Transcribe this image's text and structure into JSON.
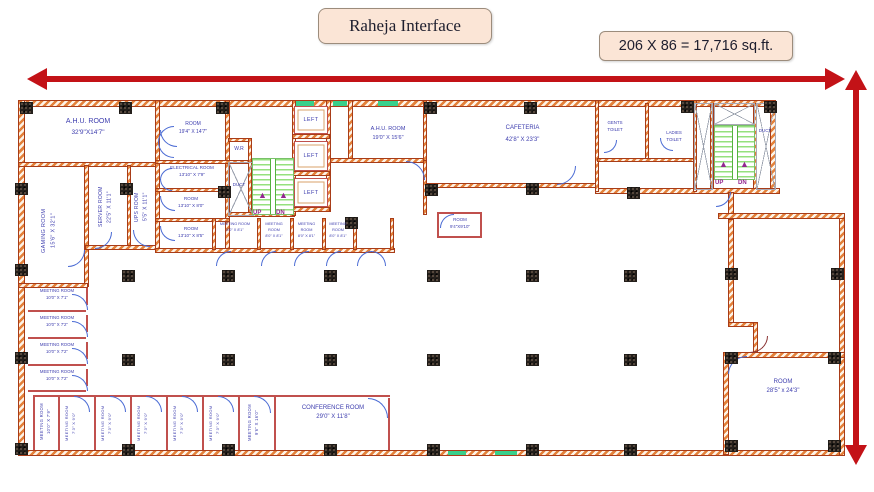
{
  "title": "Raheja Interface",
  "area_label": "206 X 86 = 17,716 sq.ft.",
  "icons": {
    "up_arrow": "▲"
  },
  "stairs": {
    "up": "UP",
    "dn": "DN"
  },
  "lifts": [
    {
      "label": "LEFT"
    },
    {
      "label": "LEFT"
    },
    {
      "label": "LEFT"
    }
  ],
  "shafts": {
    "left_duct": "DUCT",
    "right_duct": "DUCT",
    "wr": "W.R"
  },
  "colors": {
    "wall_orange": "#e4813a",
    "partition_red": "#c0504d",
    "label_blue": "#3d3dae",
    "arrow_red": "#c31217",
    "stair_green": "#95e07d",
    "window_green": "#38d08b",
    "pillar_dark": "#241f1b",
    "header_bg": "#fbe5d6"
  },
  "rooms": {
    "ahu_left": {
      "name": "A.H.U. ROOM",
      "dims": "32'9\"X14'7\""
    },
    "gaming": {
      "name": "GAMING ROOM",
      "dims": "15'6\" X 32'1\""
    },
    "server": {
      "name": "SERVER ROOM",
      "dims": "22'5\" X 11'1\""
    },
    "ups": {
      "name": "UPS ROOM",
      "dims": "5'5\" X 11'1\""
    },
    "room_194": {
      "name": "ROOM",
      "dims": "19'4\" X 14'7\""
    },
    "electrical": {
      "name": "ELECTRICAL ROOM",
      "dims": "13'10\" X 7'9\""
    },
    "room_1310a": {
      "name": "ROOM",
      "dims": "13'10\" X 8'0\""
    },
    "room_1310b": {
      "name": "ROOM",
      "dims": "13'10\" X 8'5\""
    },
    "ahu_mid": {
      "name": "A.H.U. ROOM",
      "dims": "19'0\" X 15'6\""
    },
    "cafeteria": {
      "name": "CAFETERIA",
      "dims": "42'8\" X 23'3\""
    },
    "gents": {
      "line1": "GENTS",
      "line2": "TOILET"
    },
    "ladies": {
      "line1": "LADIES",
      "line2": "TOILET"
    },
    "room_94": {
      "name": "ROOM",
      "dims": "9'4\"X9'10\""
    },
    "room_285": {
      "name": "ROOM",
      "dims": "28'5\" x 24'3\""
    },
    "conference": {
      "name": "CONFERENCE ROOM",
      "dims": "29'0\" X 11'8\""
    }
  },
  "meeting_left": [
    {
      "name": "MEETING ROOM",
      "dims": "10'0\" X 7'1\""
    },
    {
      "name": "MEETING ROOM",
      "dims": "10'0\" X 7'2\""
    },
    {
      "name": "MEETING ROOM",
      "dims": "10'0\" X 7'2\""
    },
    {
      "name": "MEETING ROOM",
      "dims": "10'0\" X 7'2\""
    }
  ],
  "meeting_center": [
    {
      "name": "MEETING ROOM",
      "dims": "8'0\" X 8'1\""
    },
    {
      "name": "MEETING ROOM",
      "dims": "8'0\" X 8'1\""
    },
    {
      "name": "MEETING ROOM",
      "dims": "8'0\" X 8'1\""
    },
    {
      "name": "MEETING ROOM",
      "dims": "8'0\" X 8'1\""
    }
  ],
  "meeting_bottom": [
    {
      "name": "MEETING ROOM",
      "dims": "10'0\" X 7'9\""
    },
    {
      "name": "MEETING ROOM",
      "dims": "7'3\" X 9'0\""
    },
    {
      "name": "MEETING ROOM",
      "dims": "7'3\" X 9'0\""
    },
    {
      "name": "MEETING ROOM",
      "dims": "7'3\" X 9'0\""
    },
    {
      "name": "MEETING ROOM",
      "dims": "7'3\" X 9'0\""
    },
    {
      "name": "MEETING ROOM",
      "dims": "7'3\" X 9'0\""
    },
    {
      "name": "MEETING ROOM",
      "dims": "9'6\" X 16'0\""
    }
  ]
}
